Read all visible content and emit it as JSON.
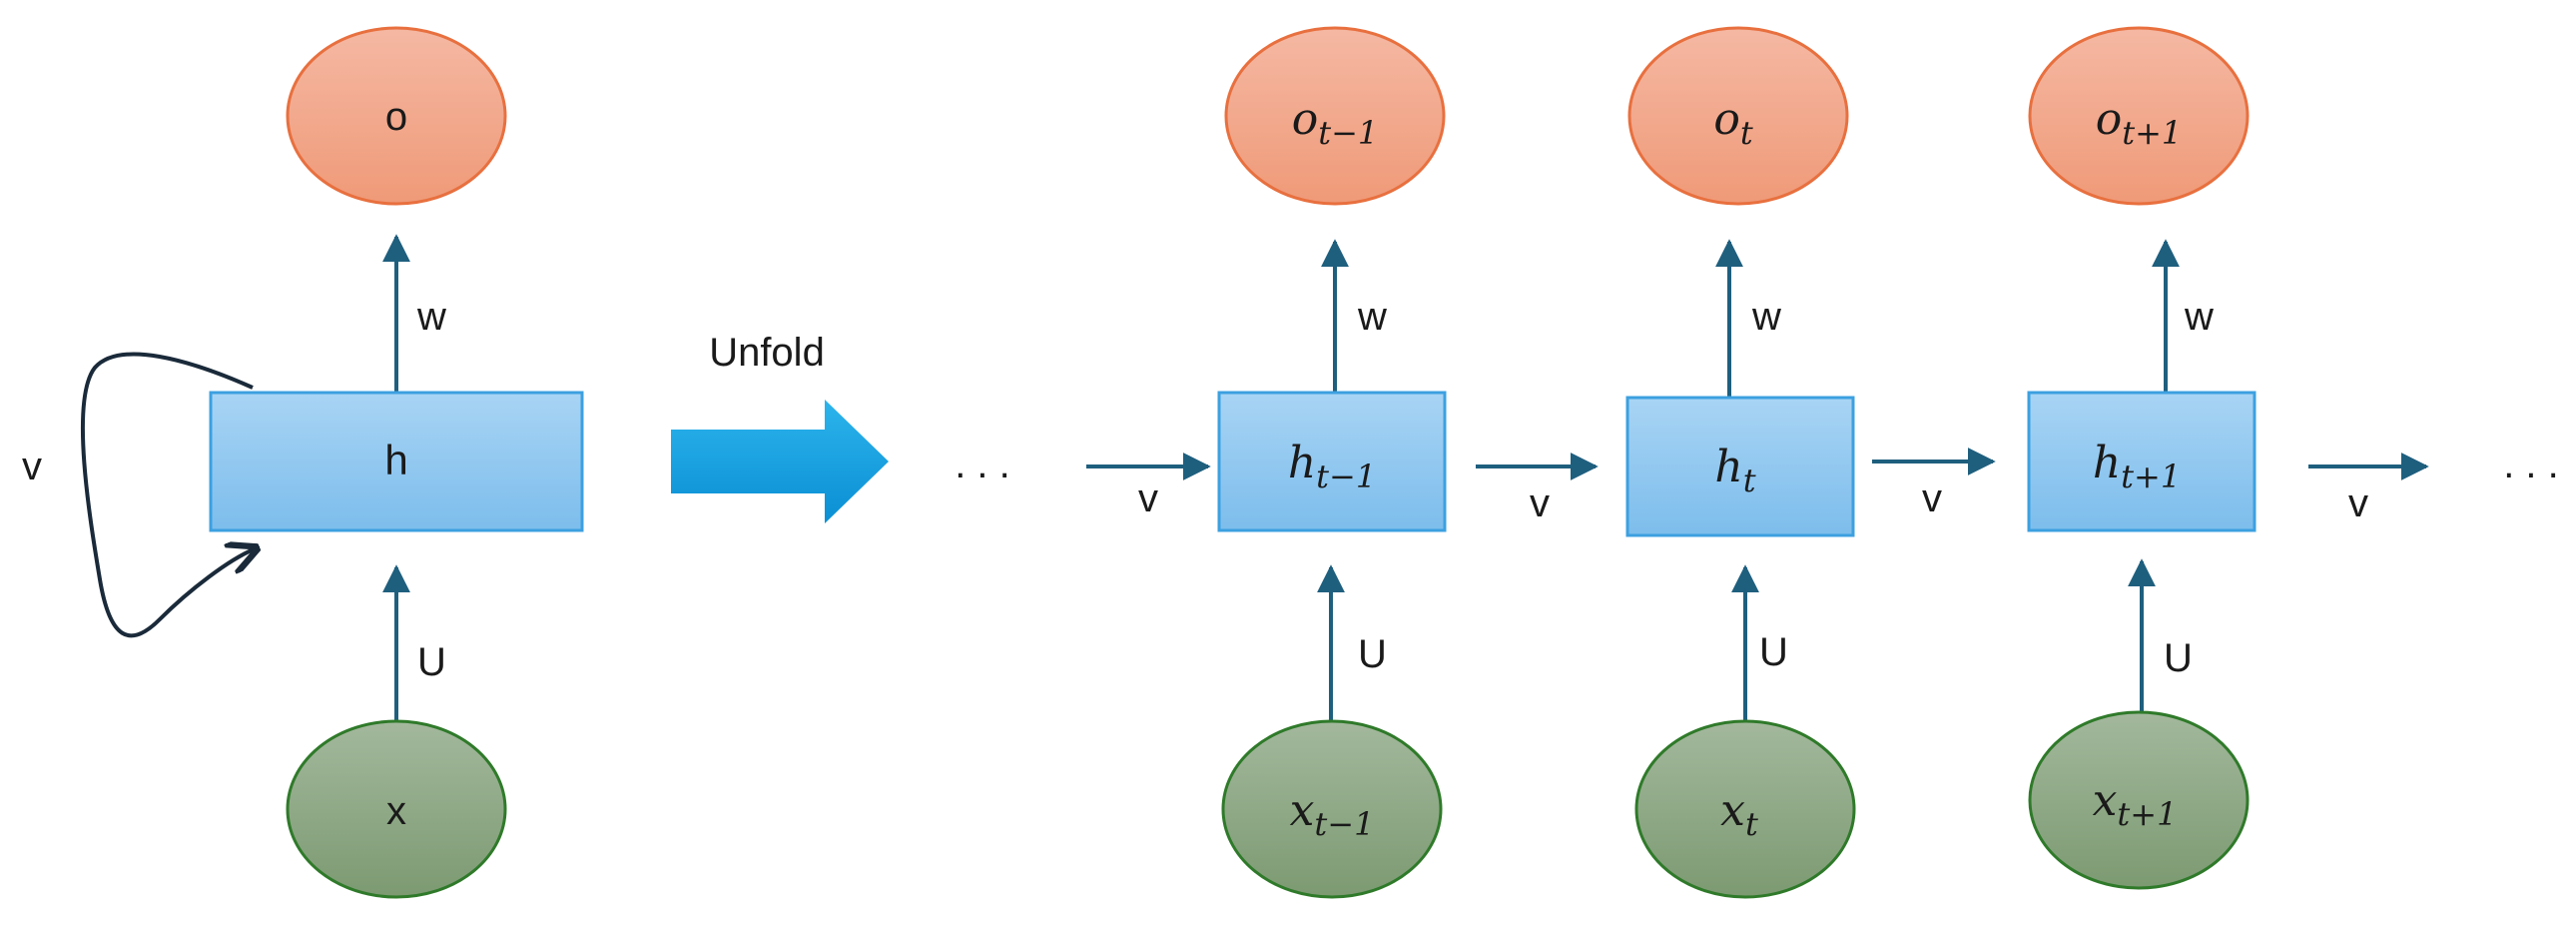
{
  "folded": {
    "output_label": "o",
    "hidden_label": "h",
    "input_label": "x",
    "w_label": "w",
    "u_label": "U",
    "v_label": "v"
  },
  "unfold_label": "Unfold",
  "unfolded": {
    "ellipsis_left": ". . .",
    "ellipsis_right": ". . .",
    "steps": [
      {
        "o_base": "o",
        "o_sub": "t−1",
        "h_base": "h",
        "h_sub": "t−1",
        "x_base": "x",
        "x_sub": "t−1",
        "w_label": "w",
        "u_label": "U",
        "v_label": "v"
      },
      {
        "o_base": "o",
        "o_sub": "t",
        "h_base": "h",
        "h_sub": "t",
        "x_base": "x",
        "x_sub": "t",
        "w_label": "w",
        "u_label": "U",
        "v_label": "v"
      },
      {
        "o_base": "o",
        "o_sub": "t+1",
        "h_base": "h",
        "h_sub": "t+1",
        "x_base": "x",
        "x_sub": "t+1",
        "w_label": "w",
        "u_label": "U",
        "v_label": "v"
      }
    ],
    "v_label_in": "v",
    "v_label_out": "v"
  },
  "colors": {
    "output_fill_top": "#f5b8a3",
    "output_fill_bottom": "#ef9a78",
    "output_stroke": "#e8703f",
    "hidden_fill_top": "#a8d4f4",
    "hidden_fill_bottom": "#7dbdec",
    "hidden_stroke": "#3ca0e0",
    "input_fill_top": "#a3b89c",
    "input_fill_bottom": "#7c9a72",
    "input_stroke": "#2f7a2a",
    "arrow": "#1f5f7e",
    "unfold_arrow": "#1aa0e0",
    "loop_stroke": "#1a2a3a"
  }
}
